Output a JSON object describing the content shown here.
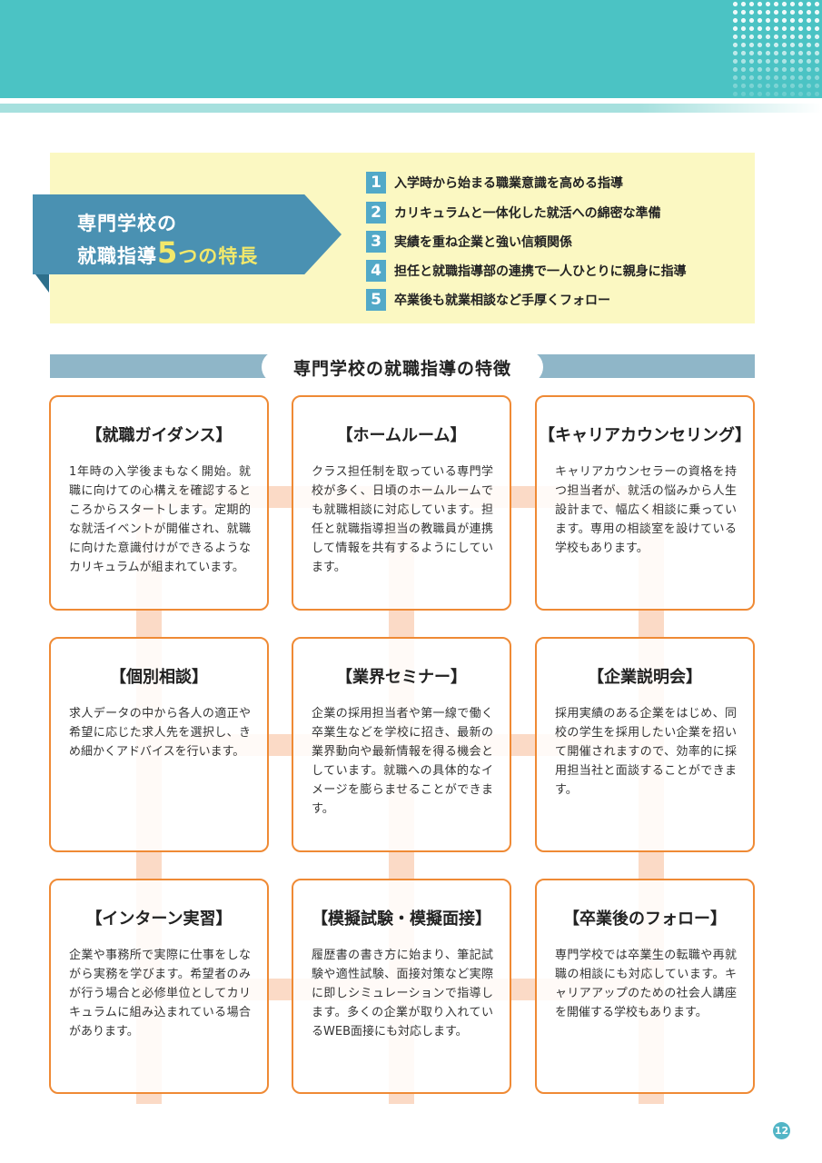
{
  "header": {
    "ribbon_line1": "専門学校の",
    "ribbon_line2_prefix": "就職指導",
    "ribbon_five": "5",
    "ribbon_line2_suffix": "つの特長"
  },
  "features": [
    {
      "num": "1",
      "text": "入学時から始まる職業意識を高める指導"
    },
    {
      "num": "2",
      "text": "カリキュラムと一体化した就活への綿密な準備"
    },
    {
      "num": "3",
      "text": "実績を重ね企業と強い信頼関係"
    },
    {
      "num": "4",
      "text": "担任と就職指導部の連携で一人ひとりに親身に指導"
    },
    {
      "num": "5",
      "text": "卒業後も就業相談など手厚くフォロー"
    }
  ],
  "section_title": "専門学校の就職指導の特徴",
  "cards": [
    {
      "title": "【就職ガイダンス】",
      "body": "1年時の入学後まもなく開始。就職に向けての心構えを確認するところからスタートします。定期的な就活イベントが開催され、就職に向けた意識付けができるようなカリキュラムが組まれています。"
    },
    {
      "title": "【ホームルーム】",
      "body": "クラス担任制を取っている専門学校が多く、日頃のホームルームでも就職相談に対応しています。担任と就職指導担当の教職員が連携して情報を共有するようにしています。"
    },
    {
      "title": "【キャリアカウンセリング】",
      "body": "キャリアカウンセラーの資格を持つ担当者が、就活の悩みから人生設計まで、幅広く相談に乗っています。専用の相談室を設けている学校もあります。"
    },
    {
      "title": "【個別相談】",
      "body": "求人データの中から各人の適正や希望に応じた求人先を選択し、きめ細かくアドバイスを行います。"
    },
    {
      "title": "【業界セミナー】",
      "body": "企業の採用担当者や第一線で働く卒業生などを学校に招き、最新の業界動向や最新情報を得る機会としています。就職への具体的なイメージを膨らませることができます。"
    },
    {
      "title": "【企業説明会】",
      "body": "採用実績のある企業をはじめ、同校の学生を採用したい企業を招いて開催されますので、効率的に採用担当社と面談することができます。"
    },
    {
      "title": "【インターン実習】",
      "body": "企業や事務所で実際に仕事をしながら実務を学びます。希望者のみが行う場合と必修単位としてカリキュラムに組み込まれている場合があります。"
    },
    {
      "title": "【模擬試験・模擬面接】",
      "body": "履歴書の書き方に始まり、筆記試験や適性試験、面接対策など実際に即しシミュレーションで指導します。多くの企業が取り入れているWEB面接にも対応します。"
    },
    {
      "title": "【卒業後のフォロー】",
      "body": "専門学校では卒業生の転職や再就職の相談にも対応しています。キャリアアップのための社会人講座を開催する学校もあります。"
    }
  ],
  "page_number": "12"
}
